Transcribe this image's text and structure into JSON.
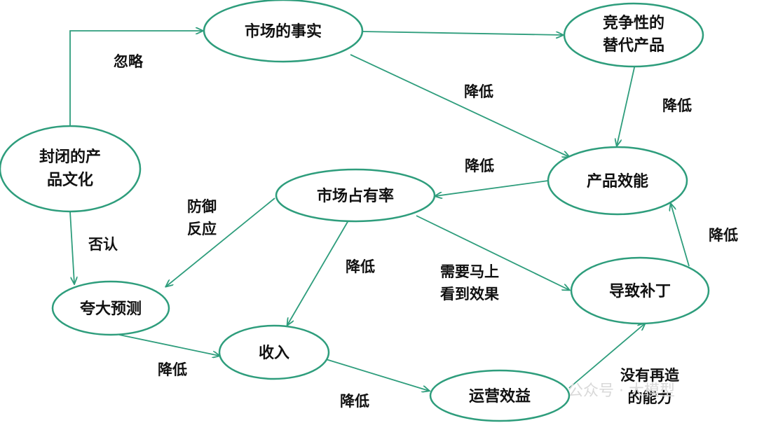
{
  "colors": {
    "stroke": "#2e9d7c",
    "text": "#111111",
    "background": "#ffffff"
  },
  "nodes": {
    "market_facts": "市场的事实",
    "competitive_substitutes": [
      "竞争性的",
      "替代产品"
    ],
    "closed_product_culture": [
      "封闭的产",
      "品文化"
    ],
    "product_efficacy": "产品效能",
    "market_share": "市场占有率",
    "exaggerated_forecast": "夸大预测",
    "revenue": "收入",
    "lead_to_patches": "导致补丁",
    "operating_efficiency": "运营效益"
  },
  "edge_labels": {
    "ignore": "忽略",
    "reduce_1": "降低",
    "reduce_2": "降低",
    "reduce_3": "降低",
    "defensive_reaction": [
      "防御",
      "反应"
    ],
    "deny": "否认",
    "reduce_4": "降低",
    "need_results": [
      "需要马上",
      "看到效果"
    ],
    "reduce_5": "降低",
    "reduce_6": "降低",
    "reduce_7": "降低",
    "no_ability": [
      "没有再造",
      "的能力"
    ]
  },
  "watermark": "公众号 · 大模型"
}
